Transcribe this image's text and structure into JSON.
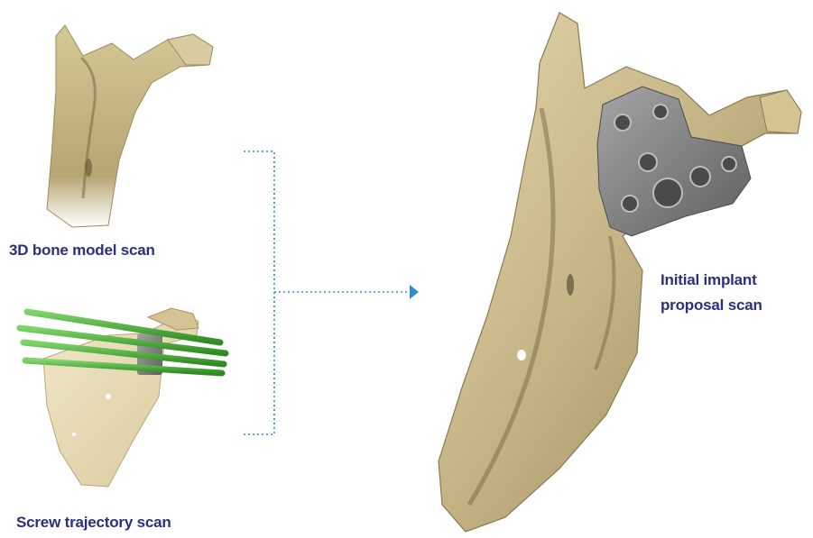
{
  "labels": {
    "bone_model": "3D bone model scan",
    "screw_trajectory": "Screw trajectory scan",
    "implant_line1": "Initial implant",
    "implant_line2": "proposal scan"
  },
  "colors": {
    "label_text": "#2b2f7d",
    "connector": "#2b8fc9",
    "bone_fill": "#c9b98a",
    "bone_shadow": "#8a7a52",
    "implant_grey": "#7c7c7c",
    "screw_green": "#4cae3c"
  }
}
